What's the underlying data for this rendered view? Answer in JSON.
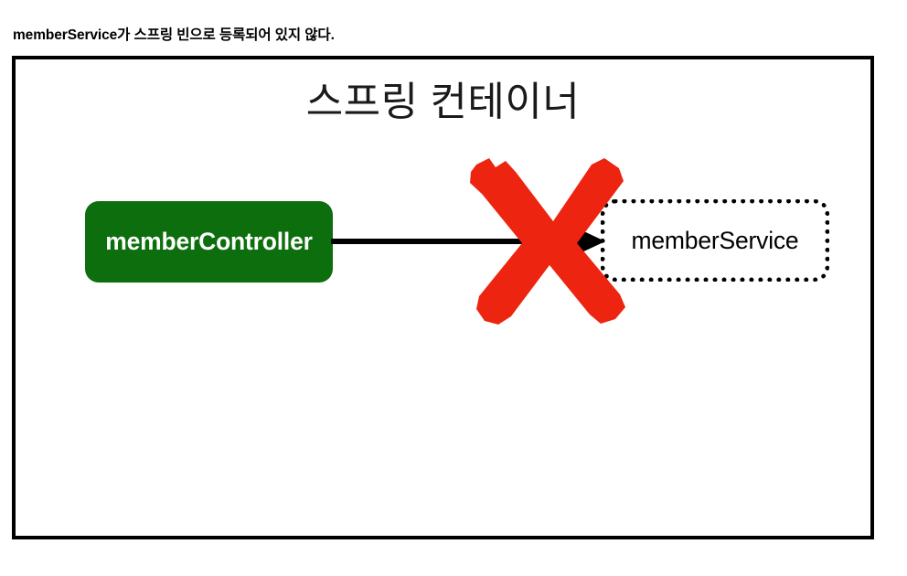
{
  "caption": {
    "text": "memberService가 스프링 빈으로 등록되어 있지 않다."
  },
  "diagram": {
    "heading": "스프링 컨테이너",
    "nodes": [
      {
        "id": "member-controller",
        "label": "memberController",
        "style": "filled-rounded",
        "fill": "#0d6e0d",
        "text_color": "#ffffff",
        "registered": "true"
      },
      {
        "id": "member-service",
        "label": "memberService",
        "style": "dotted-rounded",
        "fill": "#ffffff",
        "text_color": "#000000",
        "border_color": "#000000",
        "registered": "false"
      }
    ],
    "edges": [
      {
        "id": "controller-to-service",
        "from": "member-controller",
        "to": "member-service",
        "color": "#000000",
        "arrowhead": "solid-triangle",
        "state": "blocked"
      }
    ],
    "annotations": [
      {
        "id": "failure-cross",
        "glyph": "x-mark",
        "color": "#ed2410",
        "meaning": "dependency injection failed"
      }
    ],
    "frame": {
      "border_color": "#000000",
      "background": "#ffffff"
    }
  }
}
